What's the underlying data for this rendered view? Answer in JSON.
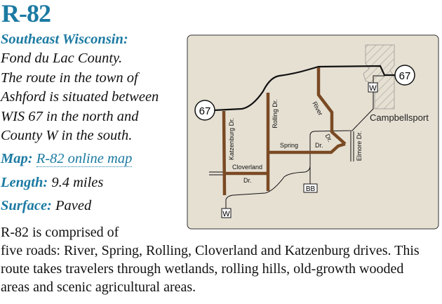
{
  "title": "R-82",
  "region": {
    "label": "Southeast Wisconsin:",
    "lines": [
      "Fond du Lac County.",
      "The route in the town of",
      "Ashford is situated between",
      "WIS 67 in the north and",
      "County W in the south."
    ]
  },
  "map_link": {
    "label": "Map:",
    "text": "R-82 online map"
  },
  "length": {
    "label": "Length:",
    "value": "9.4 miles"
  },
  "surface": {
    "label": "Surface:",
    "value": "Paved"
  },
  "description": {
    "line1": "R-82 is comprised of",
    "rest": "five roads: River, Spring, Rolling, Cloverland and Katzenburg drives.  This route takes travelers through wetlands, rolling hills, old-growth wooded areas and scenic agricultural areas."
  },
  "map": {
    "colors": {
      "background": "#e6e0d3",
      "route": "#7a4a24",
      "road": "#111111",
      "accent": "#1b7aa2"
    },
    "shields": {
      "hwy_west": "67",
      "hwy_east": "67",
      "county_w_north": "W",
      "county_w_south": "W",
      "county_bb": "BB"
    },
    "town": "Campbellsport",
    "labels": {
      "katzenburg": "Katzenburg Dr.",
      "rolling": "Rolling Dr.",
      "river": "River",
      "river_dr": "Dr.",
      "spring": "Spring",
      "spring_dr": "Dr.",
      "cloverland": "Cloverland",
      "cloverland_dr": "Dr.",
      "elmore": "Elmore Dr."
    }
  }
}
